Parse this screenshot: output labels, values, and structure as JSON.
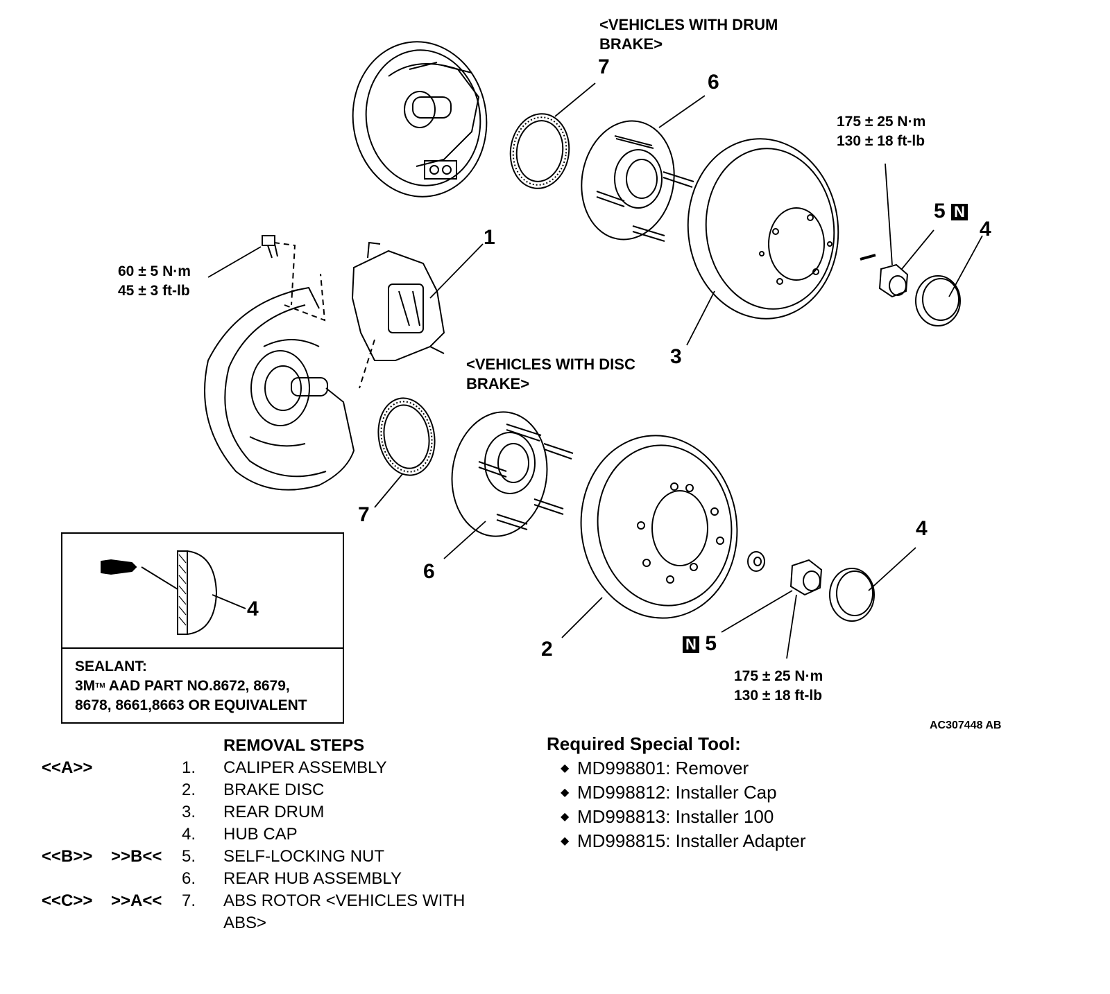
{
  "diagram": {
    "drum_variant": "<VEHICLES WITH DRUM BRAKE>",
    "disc_variant": "<VEHICLES WITH DISC BRAKE>",
    "callouts": {
      "drum_7": "7",
      "drum_6": "6",
      "drum_5": "5",
      "drum_4": "4",
      "drum_3": "3",
      "caliper_1": "1",
      "disc_7": "7",
      "disc_6": "6",
      "disc_2": "2",
      "disc_4": "4",
      "disc_5": "5",
      "sealant_4": "4",
      "n_mark": "N"
    },
    "torque_bolt": [
      "60 ± 5 N·m",
      "45 ± 3 ft-lb"
    ],
    "torque_nut_drum": [
      "175 ± 25 N·m",
      "130 ± 18 ft-lb"
    ],
    "torque_nut_disc": [
      "175 ± 25 N·m",
      "130 ± 18 ft-lb"
    ],
    "figure_code": "AC307448 AB"
  },
  "sealant": {
    "title": "SEALANT:",
    "line1_prefix": "3M",
    "line1_tm": "TM",
    "line1_rest": " AAD PART NO.8672, 8679,",
    "line2": "8678, 8661,8663 OR EQUIVALENT"
  },
  "removal_steps": {
    "title": "REMOVAL STEPS",
    "steps": [
      {
        "c1": "<<A>>",
        "c2": "",
        "num": "1.",
        "text": "CALIPER ASSEMBLY"
      },
      {
        "c1": "",
        "c2": "",
        "num": "2.",
        "text": "BRAKE DISC"
      },
      {
        "c1": "",
        "c2": "",
        "num": "3.",
        "text": "REAR DRUM"
      },
      {
        "c1": "",
        "c2": "",
        "num": "4.",
        "text": "HUB CAP"
      },
      {
        "c1": "<<B>>",
        "c2": ">>B<<",
        "num": "5.",
        "text": "SELF-LOCKING NUT"
      },
      {
        "c1": "",
        "c2": "",
        "num": "6.",
        "text": "REAR HUB ASSEMBLY"
      },
      {
        "c1": "<<C>>",
        "c2": ">>A<<",
        "num": "7.",
        "text": "ABS ROTOR <VEHICLES WITH"
      },
      {
        "c1": "",
        "c2": "",
        "num": "",
        "text": "ABS>"
      }
    ]
  },
  "special_tools": {
    "title": "Required Special Tool:",
    "items": [
      "MD998801: Remover",
      "MD998812: Installer Cap",
      "MD998813: Installer 100",
      "MD998815: Installer Adapter"
    ]
  }
}
